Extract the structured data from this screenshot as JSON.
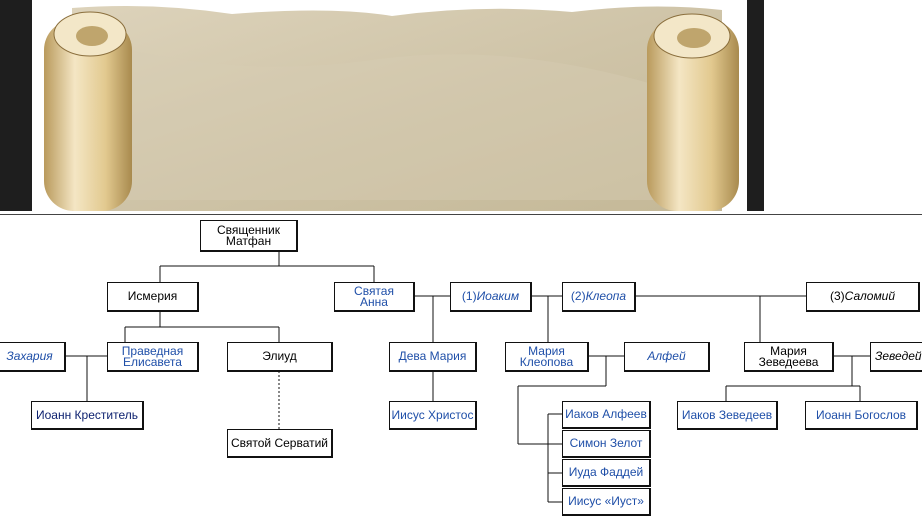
{
  "colors": {
    "link": "#1f4fa8",
    "text": "#000000",
    "line": "#111111"
  },
  "nodes": {
    "matfan": "Священник\nМатфан",
    "ismeria": "Исмерия",
    "anna": "Святая\nАнна",
    "ioakim_num": "(1) ",
    "ioakim": "Иоаким",
    "kleopa_num": "(2) ",
    "kleopa": "Клеопа",
    "salomiy_num": "(3) ",
    "salomiy": "Саломий",
    "zakharia": "Захария",
    "elisaveta": "Праведная\nЕлисавета",
    "eliud": "Элиуд",
    "deva_maria": "Дева Мария",
    "maria_kleopova": "Мария\nКлеопова",
    "alfey": "Алфей",
    "maria_zevedeeva": "Мария\nЗеведеева",
    "zevedey": "Зеведей",
    "ioann_krestitel": "Иоанн Креститель",
    "servatiy": "Святой Серватий",
    "iisus_khristos": "Иисус Христос",
    "iakov_alfeev": "Иаков Алфеев",
    "simon_zelot": "Симон Зелот",
    "iuda_faddey": "Иуда Фаддей",
    "iisus_iust": "Иисус «Иуст»",
    "iakov_zevedeev": "Иаков Зеведеев",
    "ioann_bogoslov": "Иоанн Богослов"
  }
}
